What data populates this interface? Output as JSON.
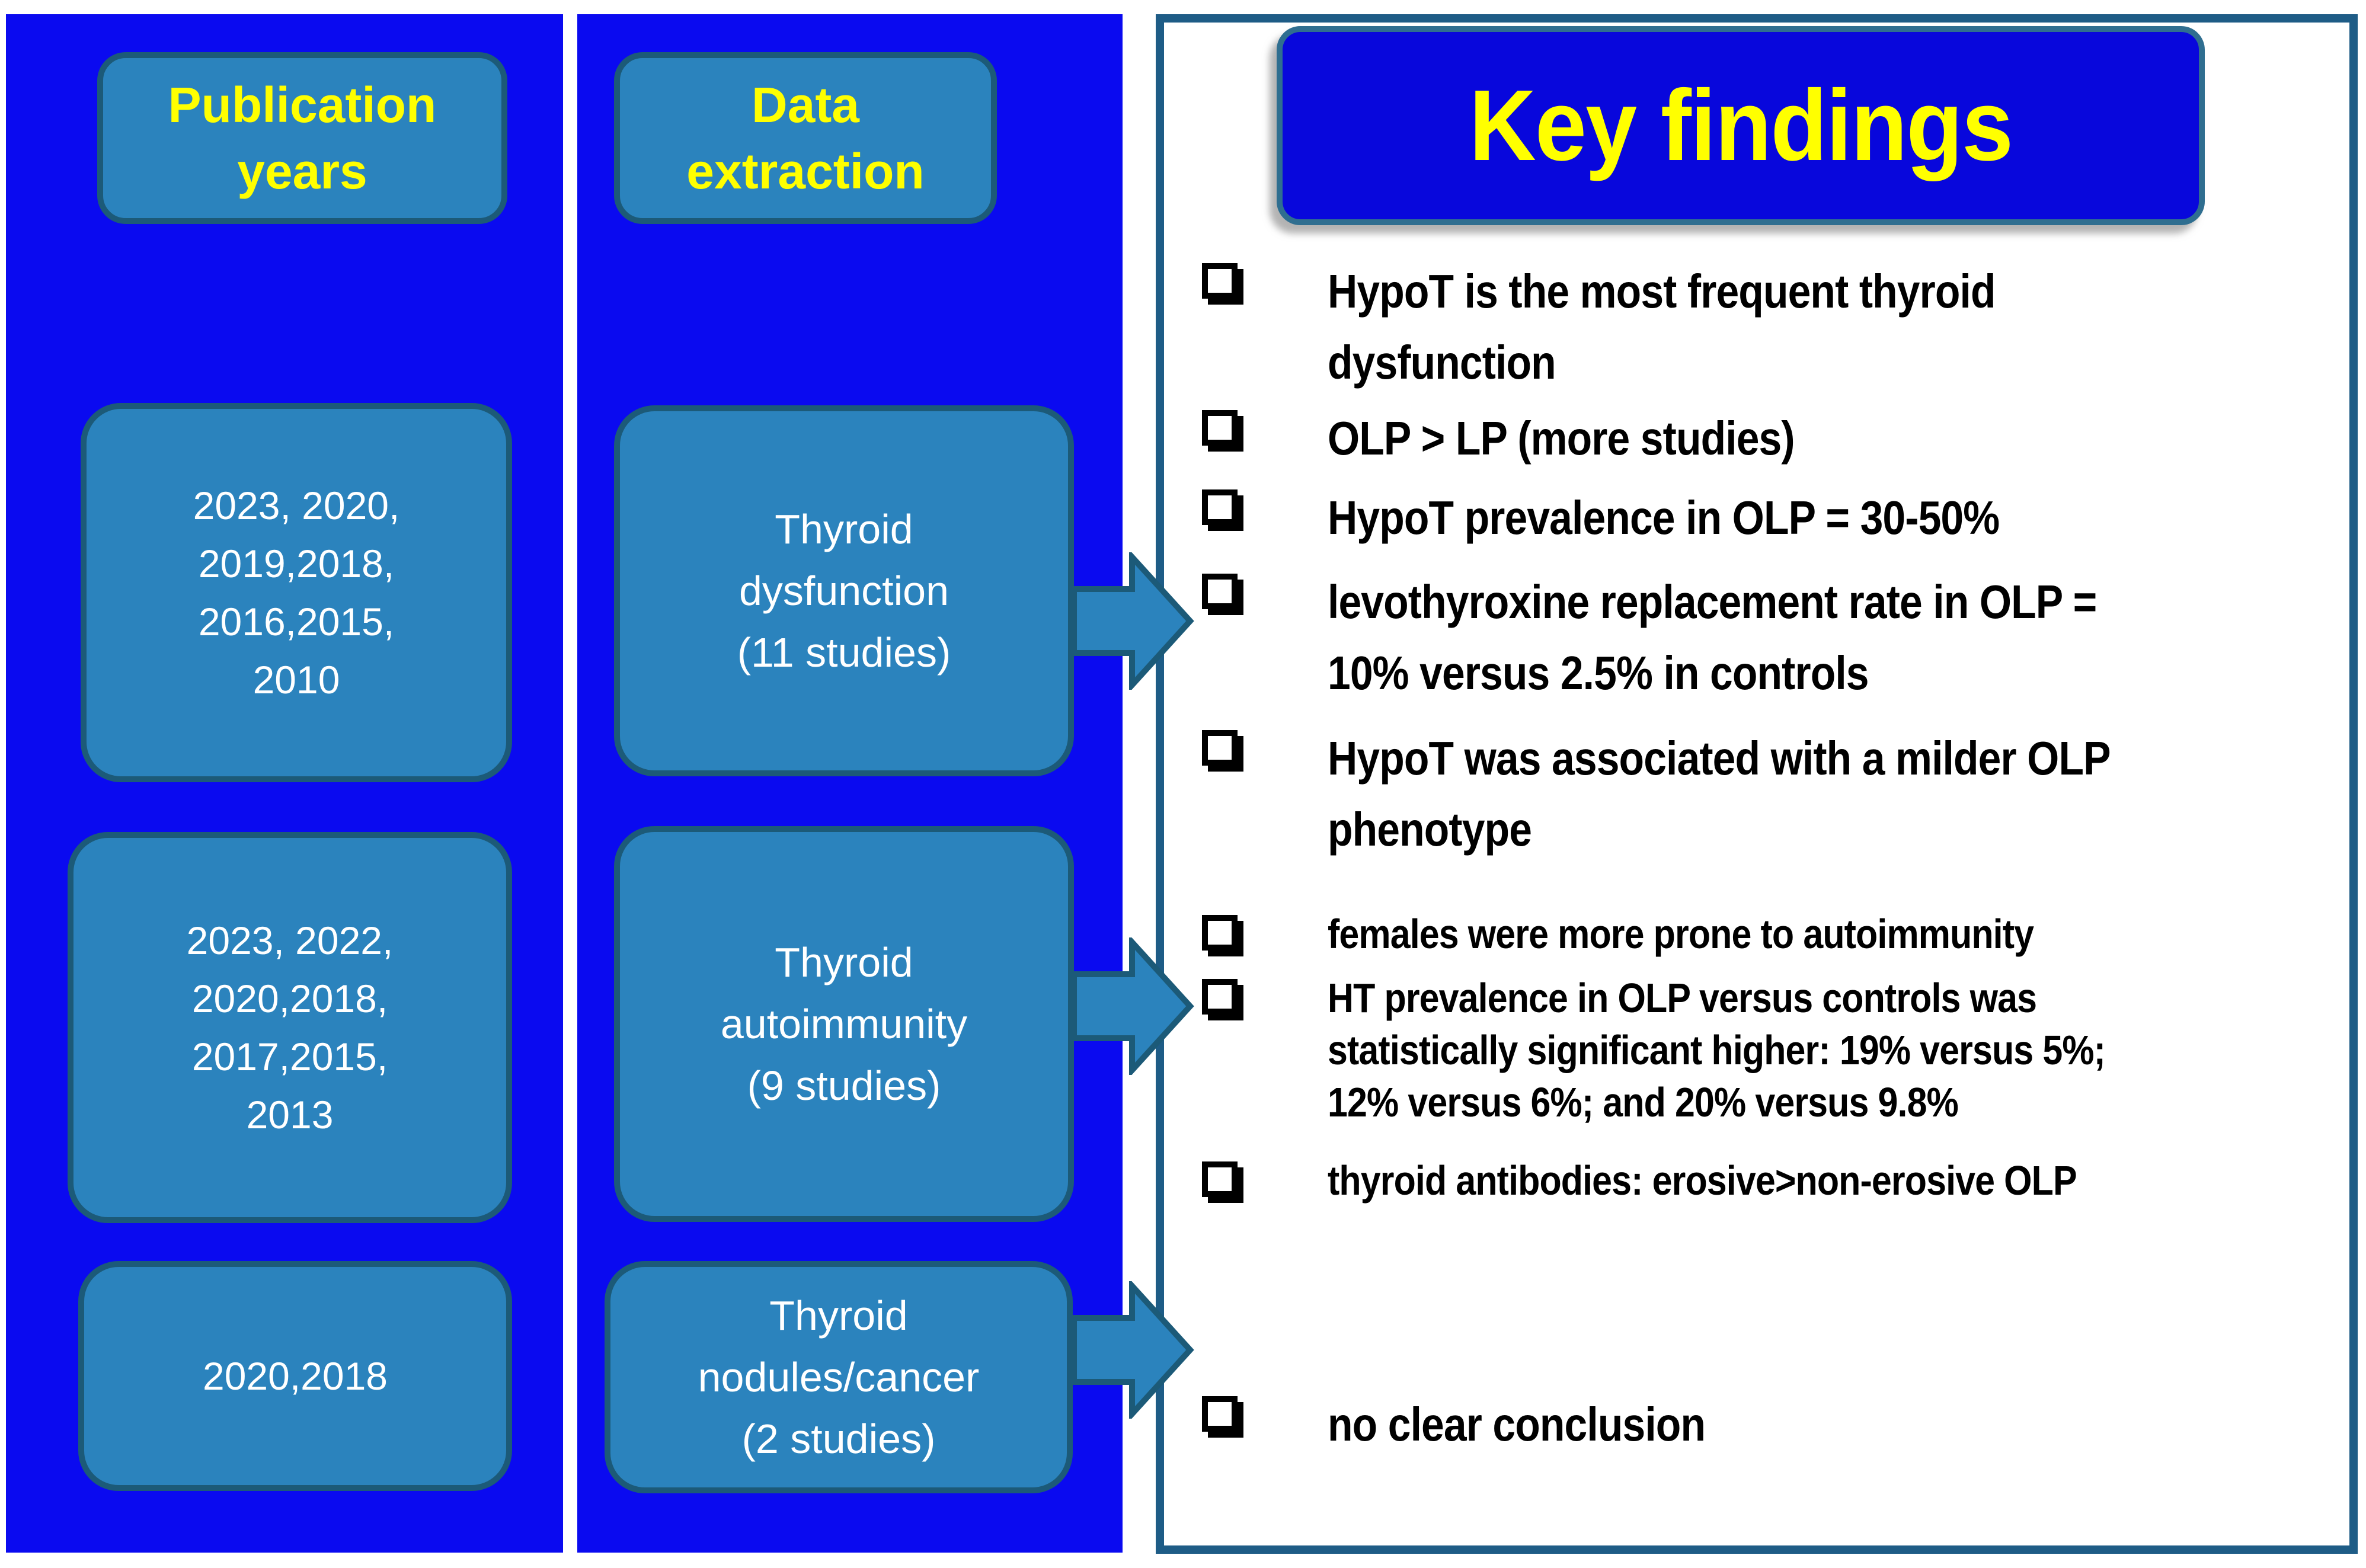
{
  "publication_years": {
    "header": "Publication\nyears",
    "box1": "2023, 2020,\n2019,2018,\n2016,2015,\n2010",
    "box2": "2023, 2022,\n2020,2018,\n2017,2015,\n2013",
    "box3": "2020,2018"
  },
  "data_extraction": {
    "header": "Data\nextraction",
    "box1": "Thyroid\ndysfunction\n(11 studies)",
    "box2": "Thyroid\nautoimmunity\n(9 studies)",
    "box3": "Thyroid\nnodules/cancer\n(2 studies)"
  },
  "key_findings": {
    "title": "Key findings",
    "items": [
      "HypoT is the most frequent thyroid\ndysfunction",
      "OLP > LP (more studies)",
      "HypoT prevalence in OLP = 30-50%",
      "levothyroxine replacement rate in OLP =\n10% versus 2.5% in controls",
      "HypoT was associated with a milder OLP\nphenotype",
      "females were more prone to autoimmunity",
      "HT prevalence in OLP versus controls was\nstatistically significant higher: 19% versus 5%;\n12% versus 6%; and 20% versus 9.8%",
      "thyroid antibodies: erosive>non-erosive OLP",
      "no clear conclusion"
    ]
  },
  "icons": {
    "bullet": "open-square-checkbox-icon",
    "connector": "right-arrow-icon"
  },
  "colors": {
    "column_background": "#0A0AF0",
    "box_fill": "#2B83BD",
    "box_border": "#1C5A78",
    "title_background": "#0807DC",
    "panel_border": "#1E5C86",
    "heading_text": "#FFFF00",
    "box_text": "#FFFFFF",
    "finding_text": "#000000"
  }
}
